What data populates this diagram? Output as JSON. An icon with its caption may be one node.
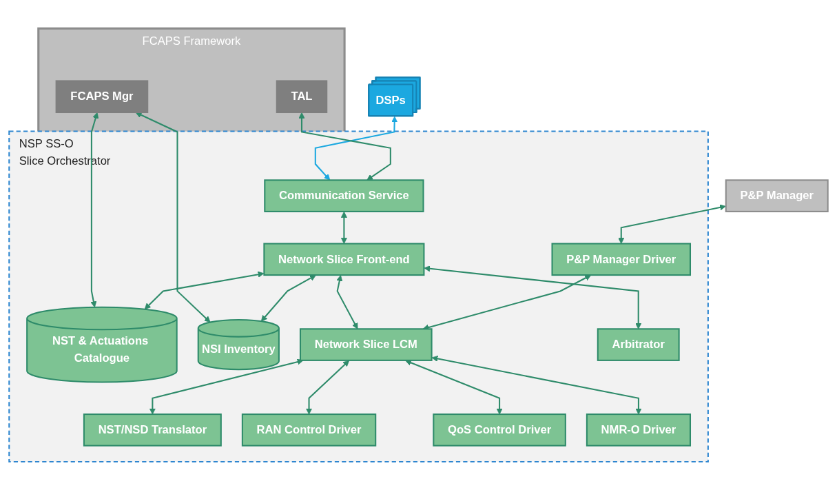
{
  "diagram": {
    "nodes": [
      {
        "text": [
          "DSPs"
        ]
      },
      {
        "text": [
          "NSP SS-O",
          "Slice Orchestrator"
        ]
      },
      {
        "text": [
          "Communication Service"
        ],
        "in": 1
      },
      {
        "text": [
          "Network Slice Front-end"
        ],
        "in": 1
      },
      {
        "text": [
          "NST & Actuations Catalogue"
        ],
        "in": 1
      },
      {
        "text": [
          "NSI Inventory"
        ],
        "in": 1
      },
      {
        "text": [
          "P&P Manager Driver"
        ],
        "in": 1
      },
      {
        "text": [
          "Network Slice LCM"
        ],
        "in": 1
      },
      {
        "text": [
          "NST/NSD Translator"
        ],
        "in": 1
      },
      {
        "text": [
          "Arbitrator"
        ],
        "in": 1
      },
      {
        "text": [
          "RAN Control Driver"
        ],
        "in": 1
      },
      {
        "text": [
          "QoS Control Driver"
        ],
        "in": 1
      },
      {
        "text": [
          "NMR-O Driver"
        ],
        "in": 1
      },
      {
        "text": [
          "P&P Manager"
        ]
      },
      {
        "text": [
          "FCAPS Framework"
        ]
      },
      {
        "text": [
          "TAL"
        ],
        "in": 14
      },
      {
        "text": [
          "FCAPS Mgr"
        ],
        "in": 14
      }
    ],
    "edges": [
      {
        "from": 0,
        "to": 2,
        "arrow": "both",
        "color": "#1ba8e0"
      },
      {
        "from": 15,
        "to": 2,
        "arrow": "both"
      },
      {
        "from": 2,
        "to": 3,
        "arrow": "both"
      },
      {
        "from": 16,
        "to": 4,
        "arrow": "both"
      },
      {
        "from": 16,
        "to": 5,
        "arrow": "both"
      },
      {
        "from": 3,
        "to": 4,
        "arrow": "both"
      },
      {
        "from": 3,
        "to": 5,
        "arrow": "both"
      },
      {
        "from": 3,
        "to": 9,
        "arrow": "both"
      },
      {
        "from": 3,
        "to": 7,
        "arrow": "both"
      },
      {
        "from": 13,
        "to": 6,
        "arrow": "both"
      },
      {
        "from": 6,
        "to": 7,
        "arrow": "both"
      },
      {
        "from": 7,
        "to": 8,
        "arrow": "both"
      },
      {
        "from": 7,
        "to": 10,
        "arrow": "both"
      },
      {
        "from": 7,
        "to": 11,
        "arrow": "both"
      },
      {
        "from": 7,
        "to": 12,
        "arrow": "both"
      }
    ]
  }
}
